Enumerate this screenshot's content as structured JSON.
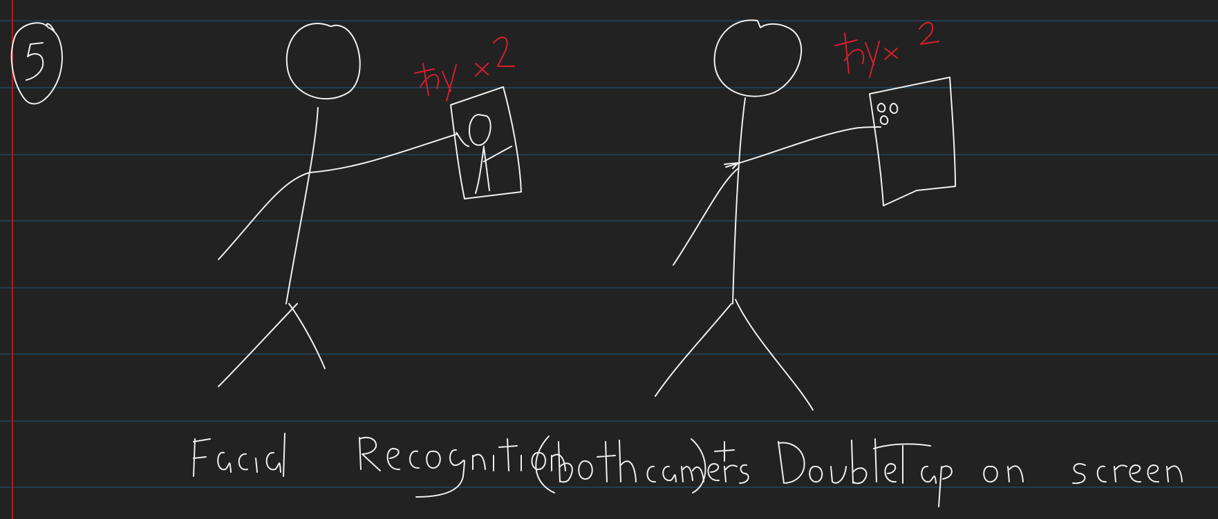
{
  "page": {
    "background": "#222222",
    "rule_color": "#1e4f72",
    "margin_color": "#b01e1e",
    "ink_color": "#f2f2f2",
    "accent_ink_color": "#d81e2e"
  },
  "sketch": {
    "page_number": "5",
    "left_figure_annotation": "tap x2",
    "right_figure_annotation": "tap x 2",
    "caption": "Facial Recognition (both cameras) + Double Tap on screen"
  }
}
